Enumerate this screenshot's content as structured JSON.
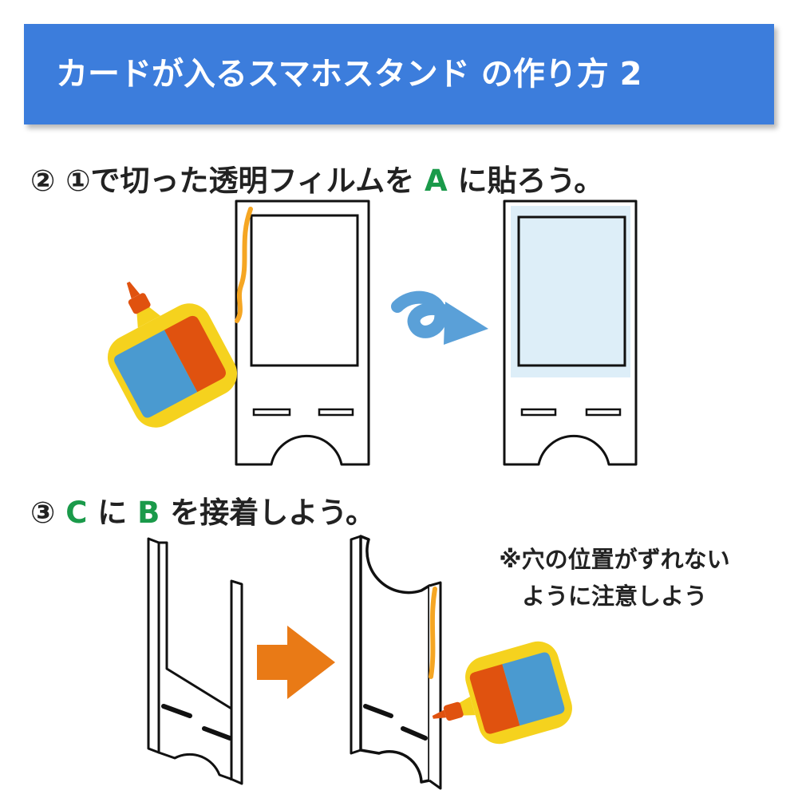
{
  "title": "カードが入るスマホスタンド の作り方 2",
  "step2": {
    "number": "②",
    "text_before": "①で切った透明フィルムを",
    "part": "A",
    "text_after": "に貼ろう。"
  },
  "step3": {
    "number": "③",
    "part_c": "C",
    "connector": "に",
    "part_b": "B",
    "text_after": "を接着しよう。"
  },
  "note": {
    "line1": "※穴の位置がずれない",
    "line2": "ように注意しよう"
  },
  "colors": {
    "banner": "#3c7ddc",
    "part_letter": "#1a9a4a",
    "film": "#ddeef8",
    "bottle_yellow": "#f5d21e",
    "bottle_blue": "#4a9ad0",
    "bottle_red": "#e0520f",
    "glue": "#f5a623",
    "curl_arrow": "#5aa0d8",
    "orange_arrow": "#e97a16"
  },
  "icons": [
    "glue-bottle-icon",
    "curl-arrow-icon",
    "right-arrow-icon"
  ]
}
